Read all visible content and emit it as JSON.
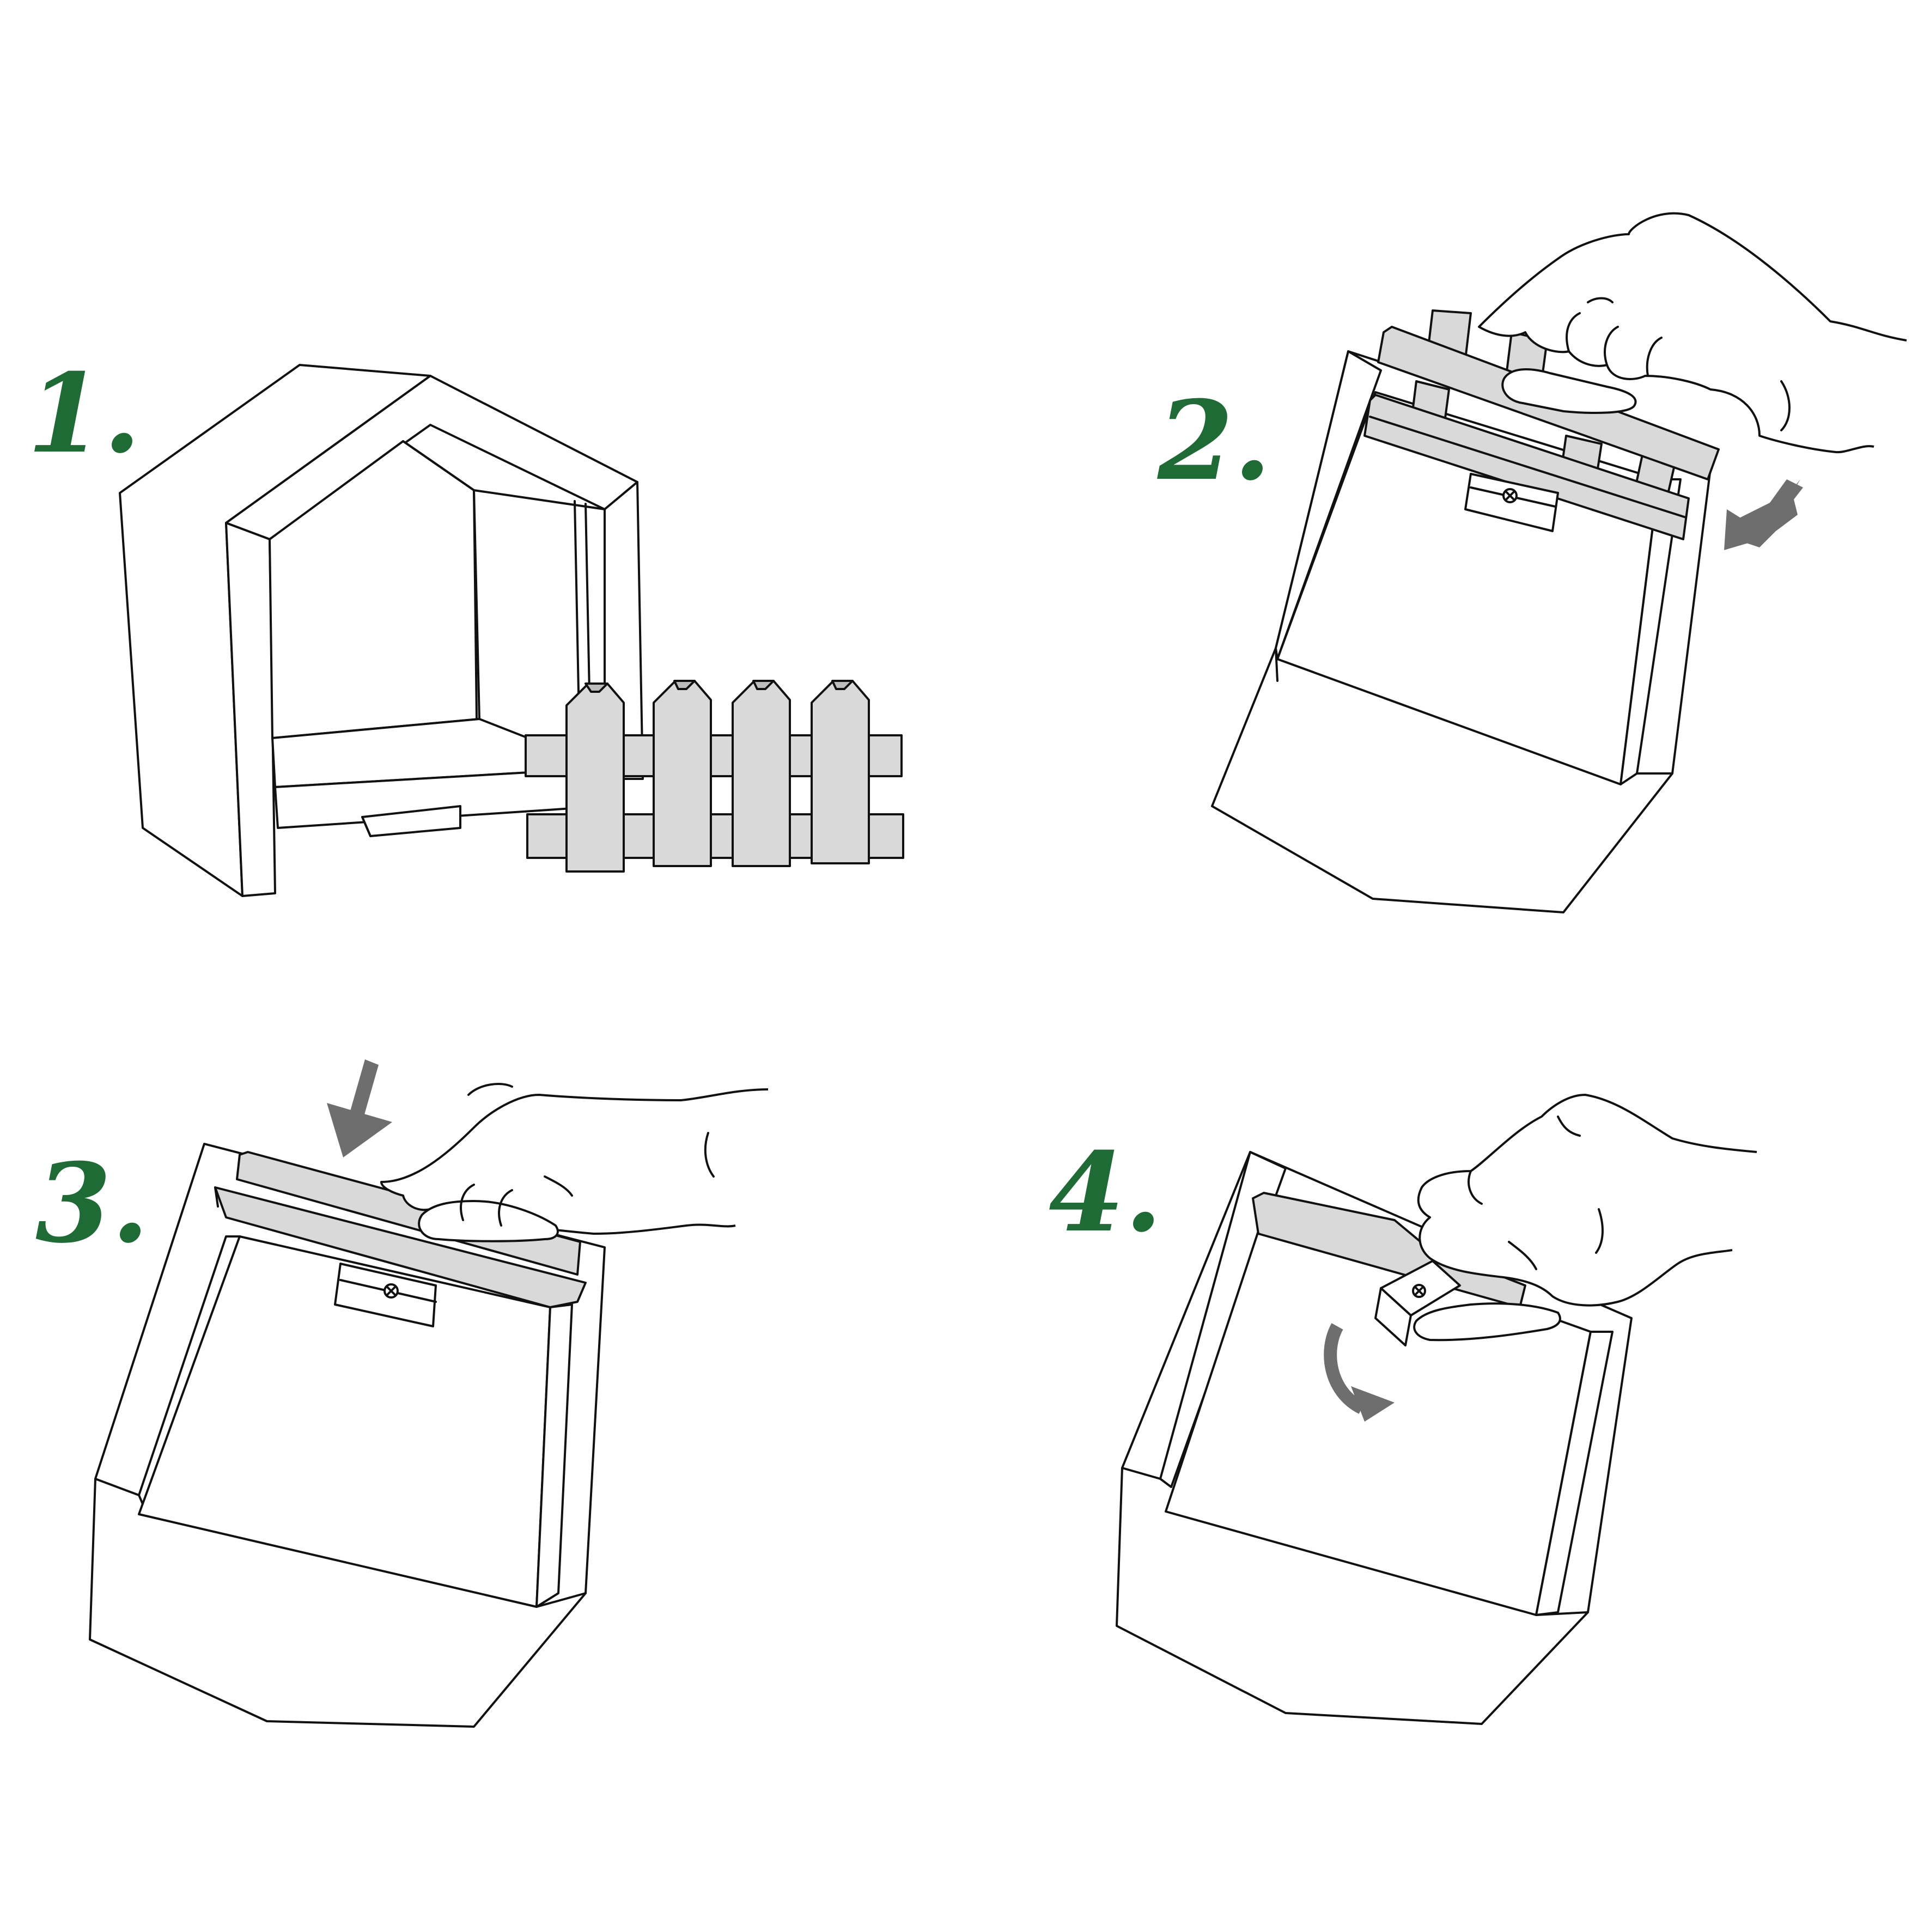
{
  "steps": [
    {
      "number": "1.",
      "depicts": "house-shelter-with-fence-front"
    },
    {
      "number": "2.",
      "depicts": "hand-sliding-fence-into-rail"
    },
    {
      "number": "3.",
      "depicts": "hand-pressing-rail-down"
    },
    {
      "number": "4.",
      "depicts": "hand-turning-latch"
    }
  ],
  "colors": {
    "number_green": "#1e6b35",
    "part_gray": "#d9d9d9",
    "part_gray_dark": "#bdbdbd",
    "arrow_gray": "#6e6e6e",
    "line": "#111111"
  },
  "icons": {
    "screw": "screw-icon",
    "arrow": "direction-arrow-icon",
    "rotate": "rotate-arrow-icon"
  }
}
